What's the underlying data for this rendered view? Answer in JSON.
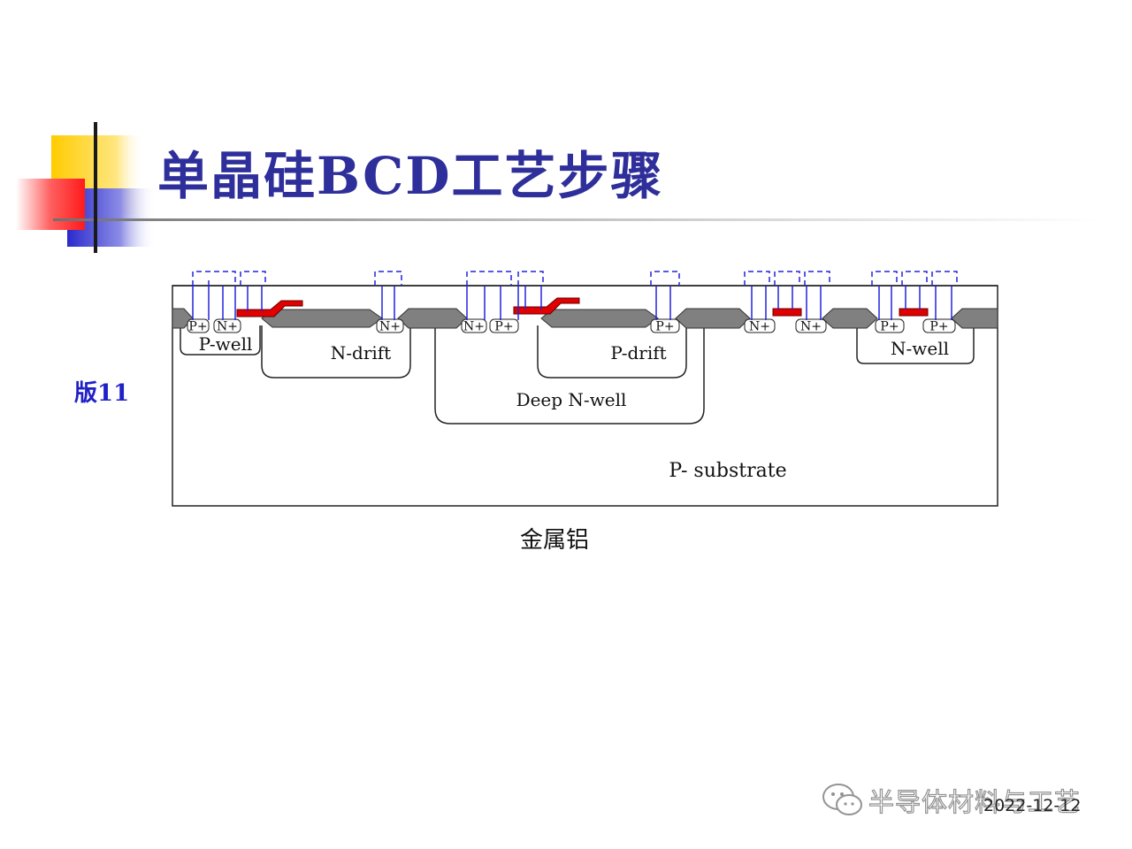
{
  "slide": {
    "title": "单晶硅BCD工艺步骤",
    "version_label": "版11",
    "caption": "金属铝",
    "date": "2022-12-12",
    "colors": {
      "title": "#2f2f9b",
      "version": "#2020c8",
      "metal": "#e00000",
      "contact_lines": "#2222dd",
      "field_oxide": "#808080",
      "deco_yellow": "#ffcc00",
      "deco_red": "#ff1a1a",
      "deco_blue": "#2a2acd"
    }
  },
  "watermark": {
    "icon": "wechat-icon",
    "text": "半导体材料与工艺"
  },
  "diagram": {
    "regions": {
      "p_well": "P-well",
      "n_drift": "N-drift",
      "p_drift": "P-drift",
      "deep_n_well": "Deep N-well",
      "n_well": "N-well",
      "substrate": "P- substrate"
    },
    "diffusions": [
      "P+",
      "N+",
      "N+",
      "N+",
      "P+",
      "P+",
      "N+",
      "N+",
      "P+",
      "P+"
    ]
  }
}
